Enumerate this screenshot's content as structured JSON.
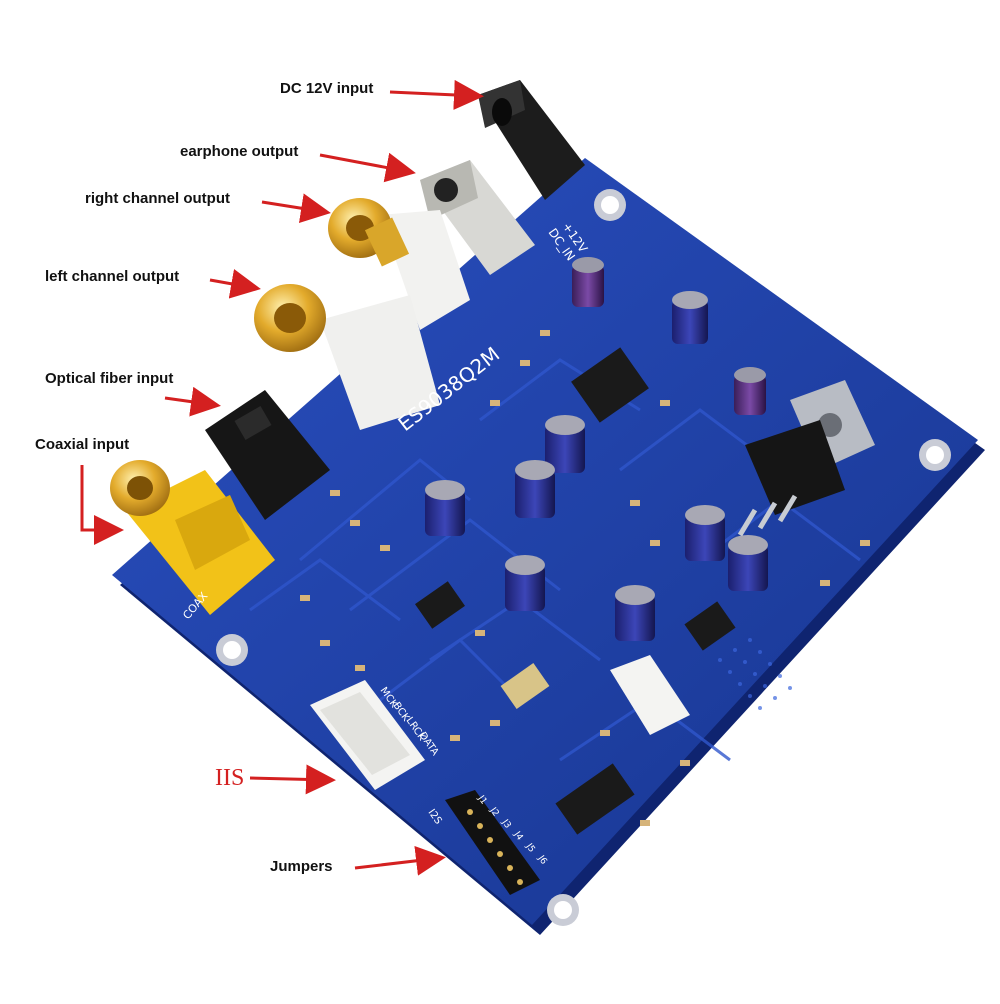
{
  "callouts": {
    "dc_input": "DC 12V input",
    "earphone": "earphone output",
    "right_channel": "right channel output",
    "left_channel": "left channel output",
    "optical": "Optical fiber input",
    "coaxial": "Coaxial input",
    "iis": "IIS",
    "jumpers": "Jumpers"
  },
  "board": {
    "model_text": "ES9038Q2M",
    "dc_in_label": "DC_IN",
    "dc_voltage_label": "+12V",
    "coax_label": "COAX",
    "iis_pins": [
      "MCK",
      "BCK",
      "LRCK",
      "DATA"
    ],
    "jumper_numbers": [
      "J1",
      "J2",
      "J3",
      "J4",
      "J5",
      "J6"
    ],
    "jumper_header_label": "I2S"
  },
  "colors": {
    "pcb": "#1f3fa6",
    "pcb_dark": "#142d82",
    "arrow": "#d42020",
    "rca_gold": "#e0a92a",
    "coax_yellow": "#f2c218"
  }
}
